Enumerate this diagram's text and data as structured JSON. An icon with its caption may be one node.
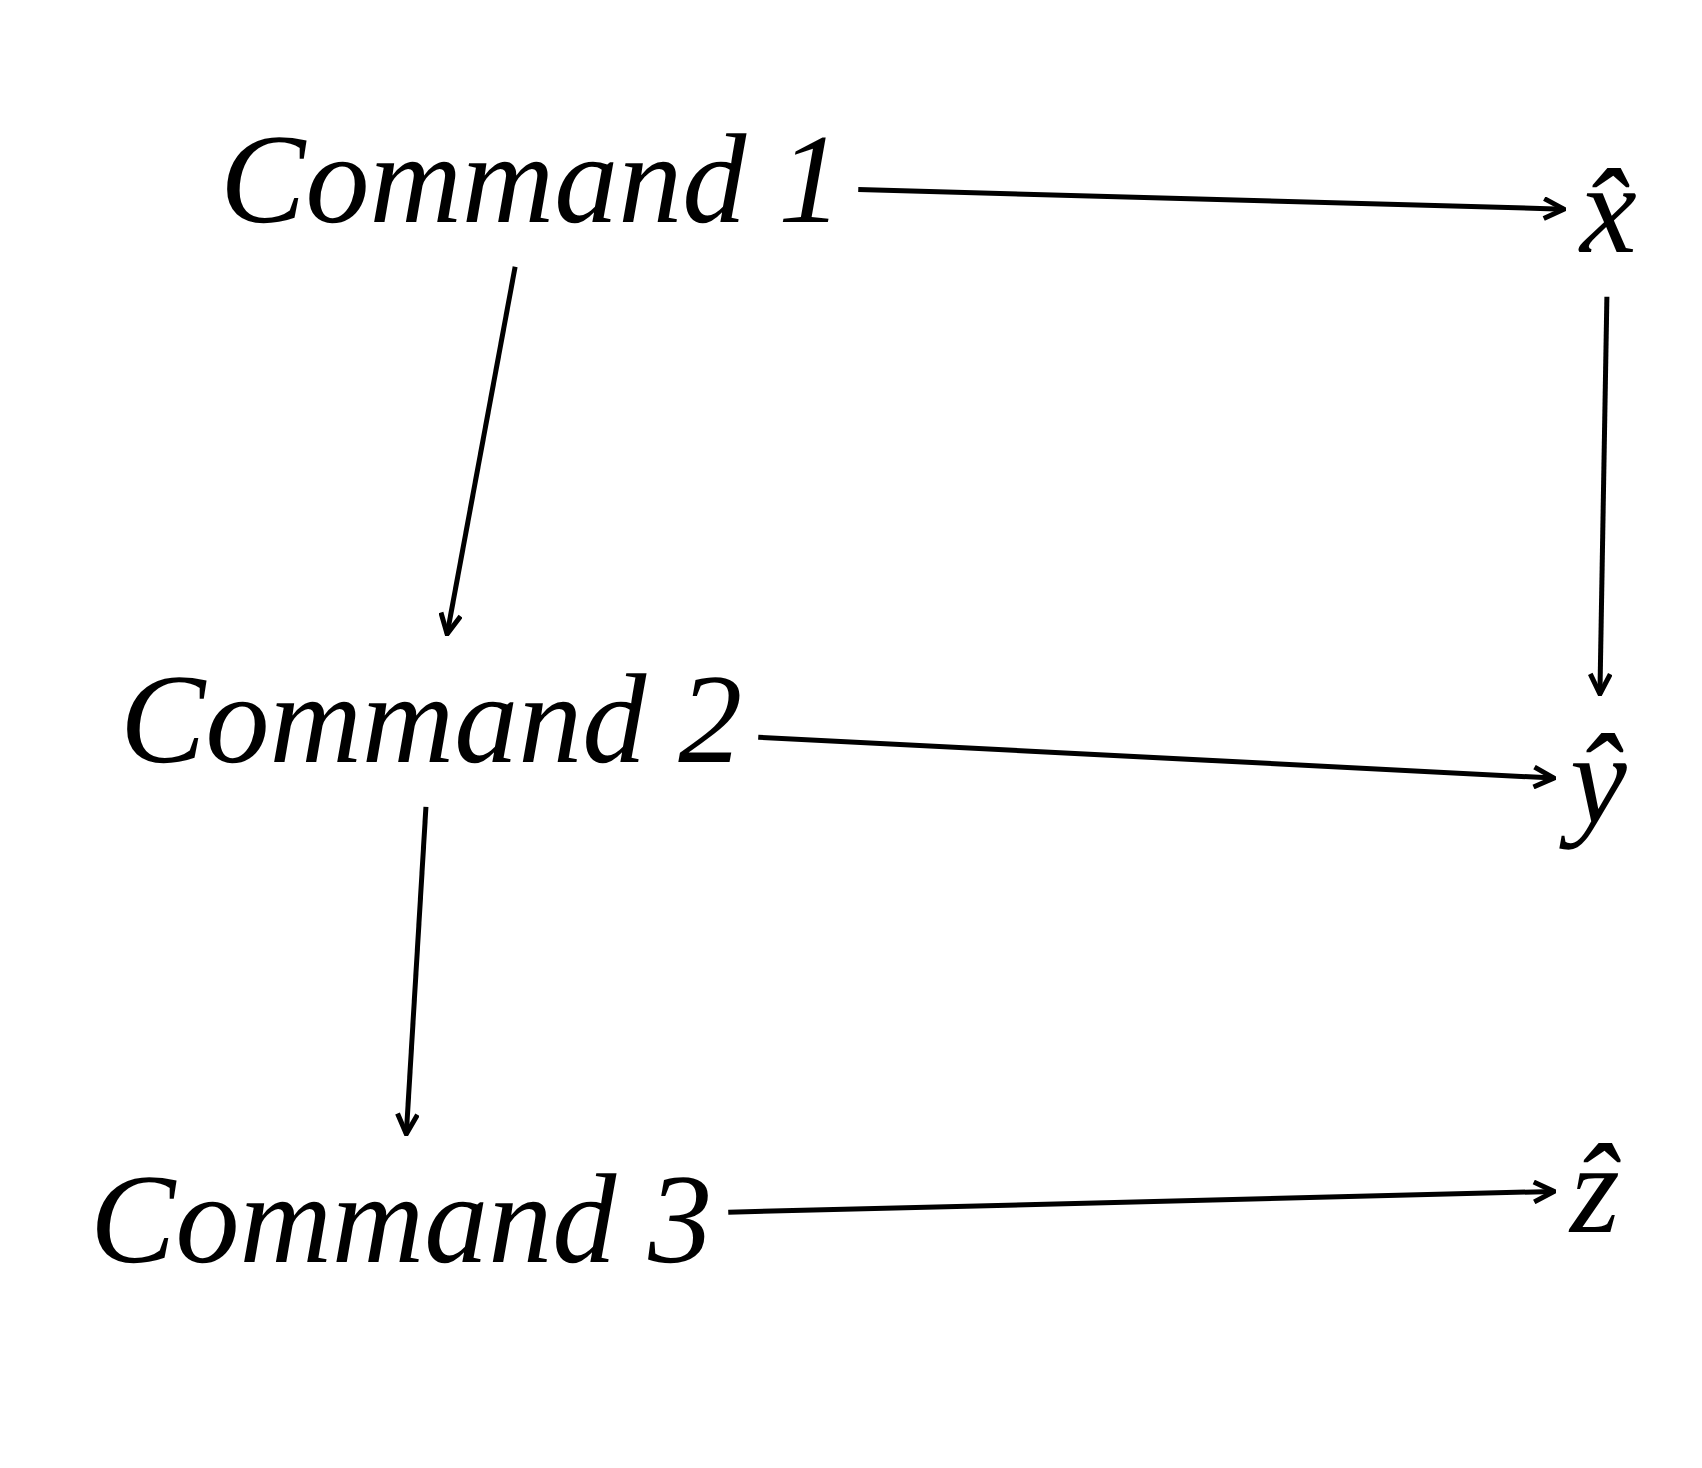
{
  "diagram": {
    "nodes": [
      {
        "text": [
          "Command 1"
        ]
      },
      {
        "text": [
          "x̂"
        ]
      },
      {
        "text": [
          "Command 2"
        ]
      },
      {
        "text": [
          "ŷ"
        ]
      },
      {
        "text": [
          "Command 3"
        ]
      },
      {
        "text": [
          "ẑ"
        ]
      }
    ],
    "edges": [
      {
        "from": 0,
        "to": 1,
        "arrow": "to"
      },
      {
        "from": 0,
        "to": 2,
        "arrow": "to"
      },
      {
        "from": 1,
        "to": 3,
        "arrow": "to"
      },
      {
        "from": 2,
        "to": 3,
        "arrow": "to"
      },
      {
        "from": 2,
        "to": 4,
        "arrow": "to"
      },
      {
        "from": 4,
        "to": 5,
        "arrow": "to"
      }
    ]
  }
}
